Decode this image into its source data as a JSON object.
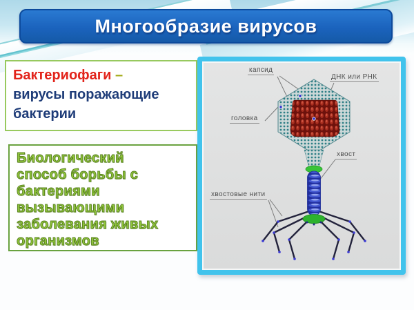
{
  "slide": {
    "title": "Многообразие вирусов"
  },
  "definition_box": {
    "term": "Бактериофаги",
    "dash": " –",
    "definition_lines": [
      "вирусы поражающие",
      "бактерии"
    ]
  },
  "info_box": {
    "lines": [
      "Биологический",
      "способ борьбы с",
      "бактериями",
      "вызывающими",
      "заболевания живых",
      "организмов"
    ]
  },
  "diagram": {
    "labels": {
      "capsid": "капсид",
      "dna_rna": "ДНК или РНК",
      "head": "головка",
      "tail": "хвост",
      "tail_fibers": "хвостовые нити"
    }
  },
  "colors": {
    "banner_blue": "#1b63bd",
    "banner_border": "#0c4a9c",
    "frame_cyan": "#41c3ec",
    "term_red": "#e2231a",
    "dash_olive": "#a3aa16",
    "definition_navy": "#1e3c78",
    "info_green": "#93c83d",
    "box_border_light_green": "#97c95e",
    "box_border_green": "#69a23f",
    "panel_background_gray": "#dcdddd"
  }
}
